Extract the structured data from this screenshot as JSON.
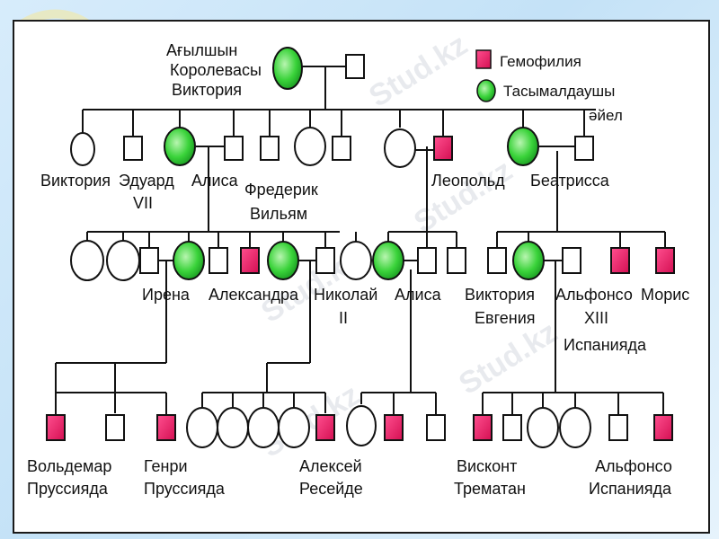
{
  "legend": {
    "hemophilia": "Гемофилия",
    "carrier_line1": "Тасымалдаушы",
    "carrier_line2": "әйел",
    "colors": {
      "affected": "#e8175d",
      "carrier": "#3ad33a",
      "normal": "#ffffff"
    }
  },
  "people": {
    "victoria_queen": [
      "Ағылшын",
      "Королевасы",
      "Виктория"
    ],
    "victoria": [
      "Виктория"
    ],
    "edward": [
      "Эдуард",
      "VII"
    ],
    "alice": [
      "Алиса"
    ],
    "frederick": [
      "Фредерик",
      "Вильям"
    ],
    "leopold": [
      "Леопольд"
    ],
    "beatrice": [
      "Беатрисса"
    ],
    "irene": [
      "Ирена"
    ],
    "alexandra": [
      "Александра"
    ],
    "nicholas": [
      "Николай",
      "II"
    ],
    "alice2": [
      "Алиса"
    ],
    "victoria_eugenie": [
      "Виктория",
      "Евгения"
    ],
    "alfonso13": [
      "Альфонсо",
      "XIII",
      "Испанияда"
    ],
    "maurice": [
      "Морис"
    ],
    "waldemar": [
      "Вольдемар",
      "Пруссияда"
    ],
    "henry": [
      "Генри",
      "Пруссияда"
    ],
    "alexei": [
      "Алексей",
      "Ресейде"
    ],
    "viscount": [
      "Висконт",
      "Трематан"
    ],
    "alfonso_spain": [
      "Альфонсо",
      "Испанияда"
    ]
  },
  "watermark": "Stud.kz"
}
